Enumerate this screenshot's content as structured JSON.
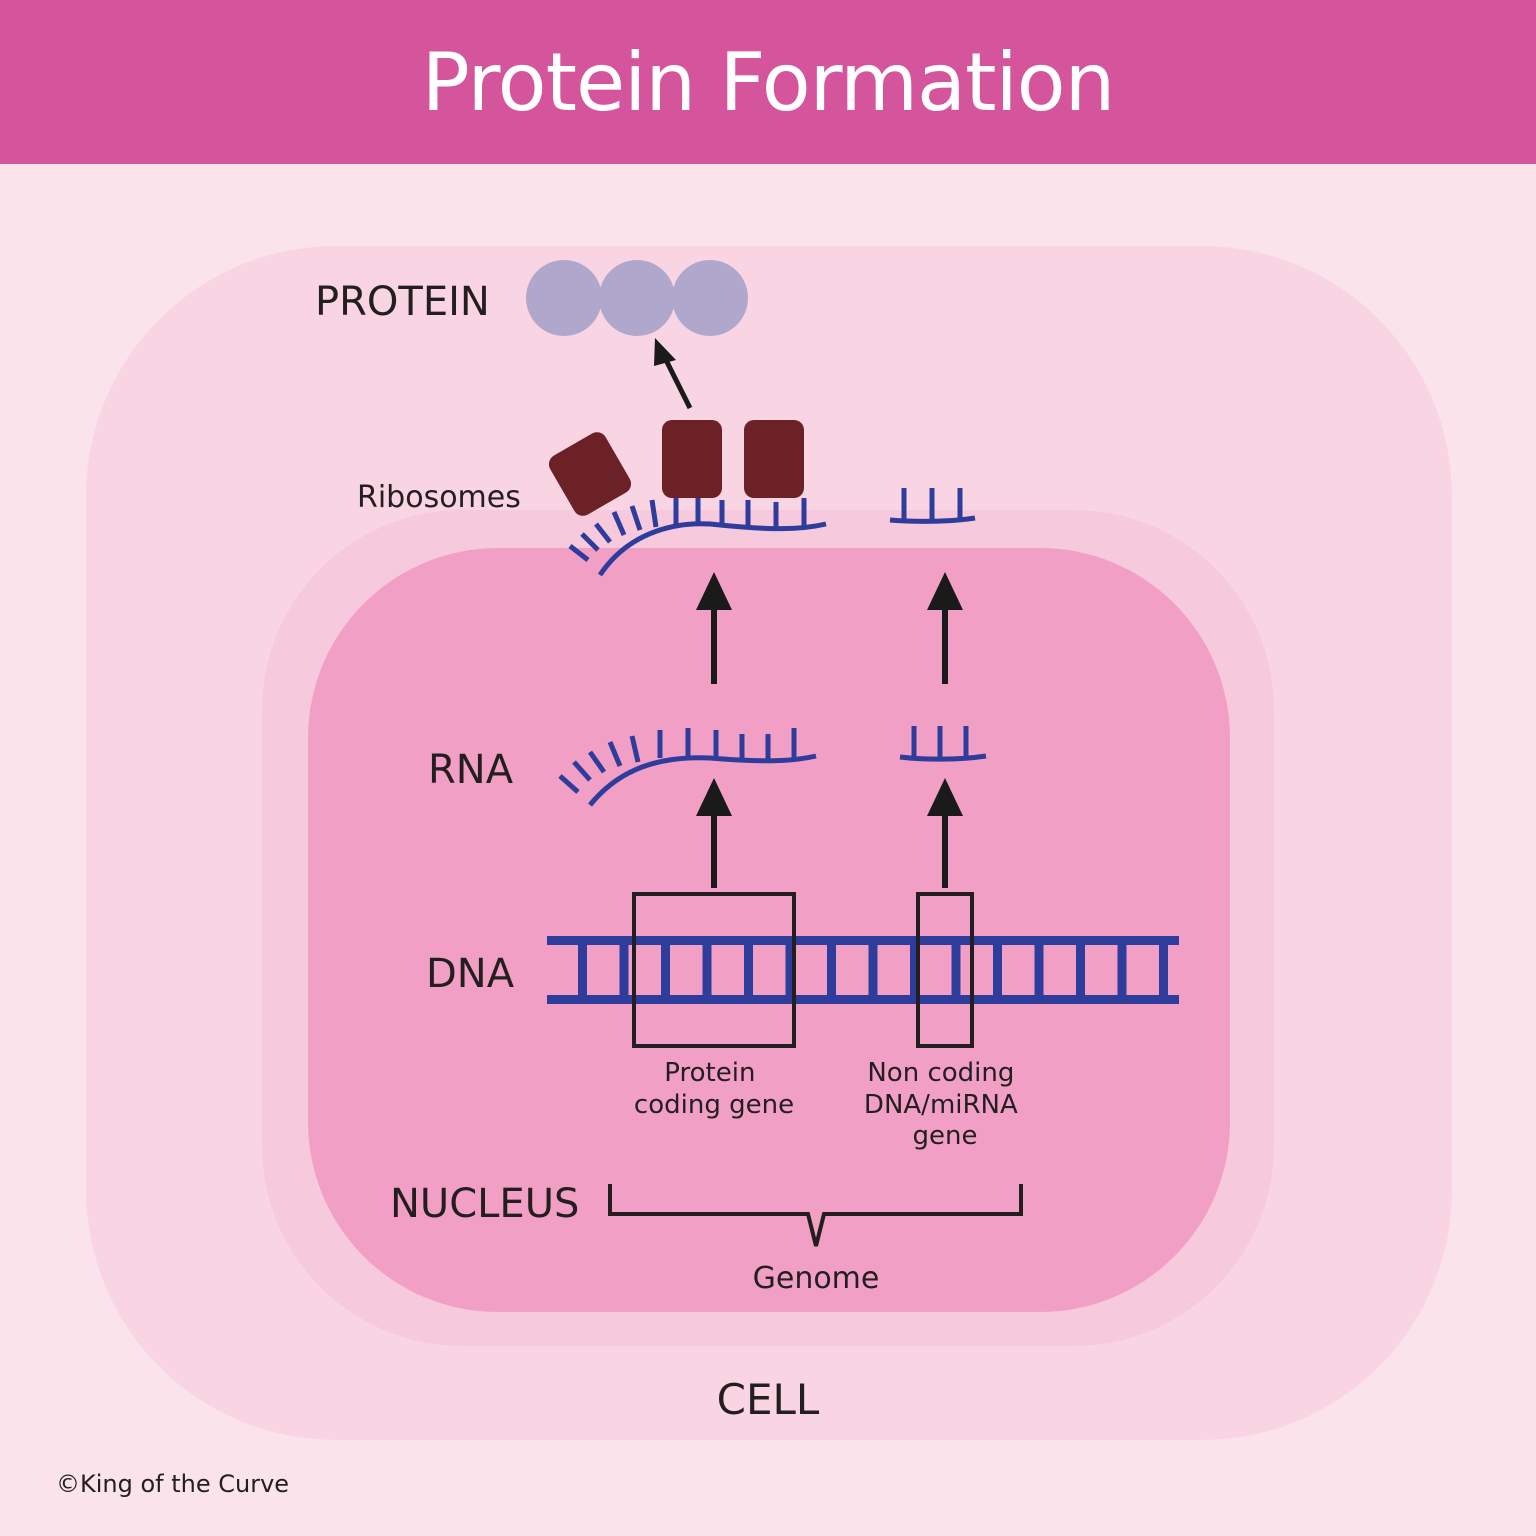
{
  "header": {
    "title": "Protein Formation"
  },
  "labels": {
    "protein": "PROTEIN",
    "ribosomes": "Ribosomes",
    "rna": "RNA",
    "dna": "DNA",
    "nucleus": "NUCLEUS",
    "cell": "CELL",
    "genome": "Genome",
    "protein_coding_gene": [
      "Protein",
      "coding gene"
    ],
    "non_coding_gene": [
      "Non coding",
      "DNA/miRNA",
      "gene"
    ]
  },
  "footer": {
    "credit": "©King of the Curve"
  },
  "colors": {
    "header": "#d5559c",
    "background": "#fbe3ec",
    "cell": "#f9d5e3",
    "nucleus_halo": "#f7c9dc",
    "nucleus": "#f29fc5",
    "strand": "#2e3c9c",
    "ribosome": "#6b2125",
    "protein": "#b0a8cc",
    "arrow": "#1a1a1a"
  }
}
